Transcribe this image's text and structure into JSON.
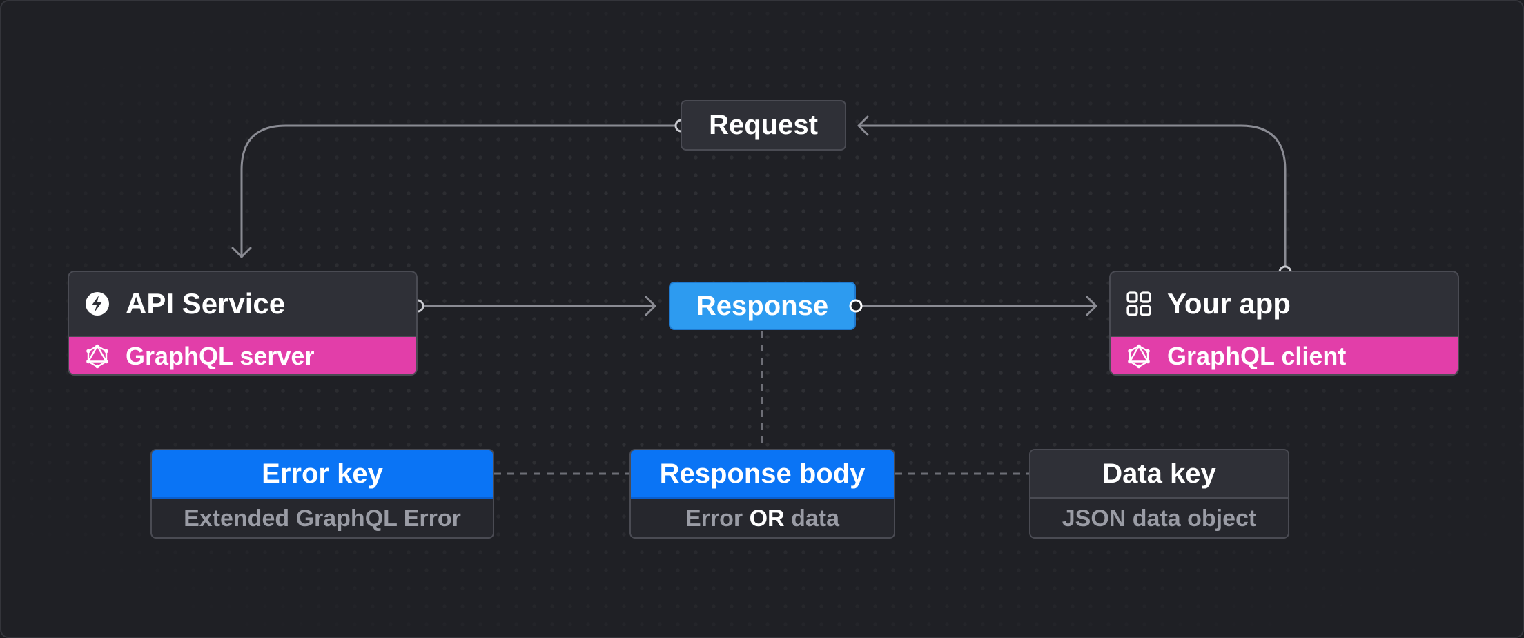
{
  "diagram": {
    "request": {
      "label": "Request"
    },
    "response": {
      "label": "Response"
    },
    "api_service": {
      "title": "API Service",
      "subtitle": "GraphQL server",
      "title_icon": "lightning-bolt-icon",
      "subtitle_icon": "graphql-logo-icon"
    },
    "your_app": {
      "title": "Your app",
      "subtitle": "GraphQL client",
      "title_icon": "grid-apps-icon",
      "subtitle_icon": "graphql-logo-icon"
    },
    "error_key": {
      "title": "Error key",
      "description": "Extended GraphQL Error"
    },
    "response_body": {
      "title": "Response body",
      "description_part1": "Error",
      "description_emphasis": "OR",
      "description_part2": "data"
    },
    "data_key": {
      "title": "Data key",
      "description": "JSON data object"
    }
  },
  "colors": {
    "background": "#1f2025",
    "node_dark": "#2f3037",
    "response_blue": "#2d9bf0",
    "key_blue": "#0a74f5",
    "graphql_pink": "#e23ea9",
    "connector": "#8a8b93",
    "muted_text": "#9a9ca5"
  }
}
